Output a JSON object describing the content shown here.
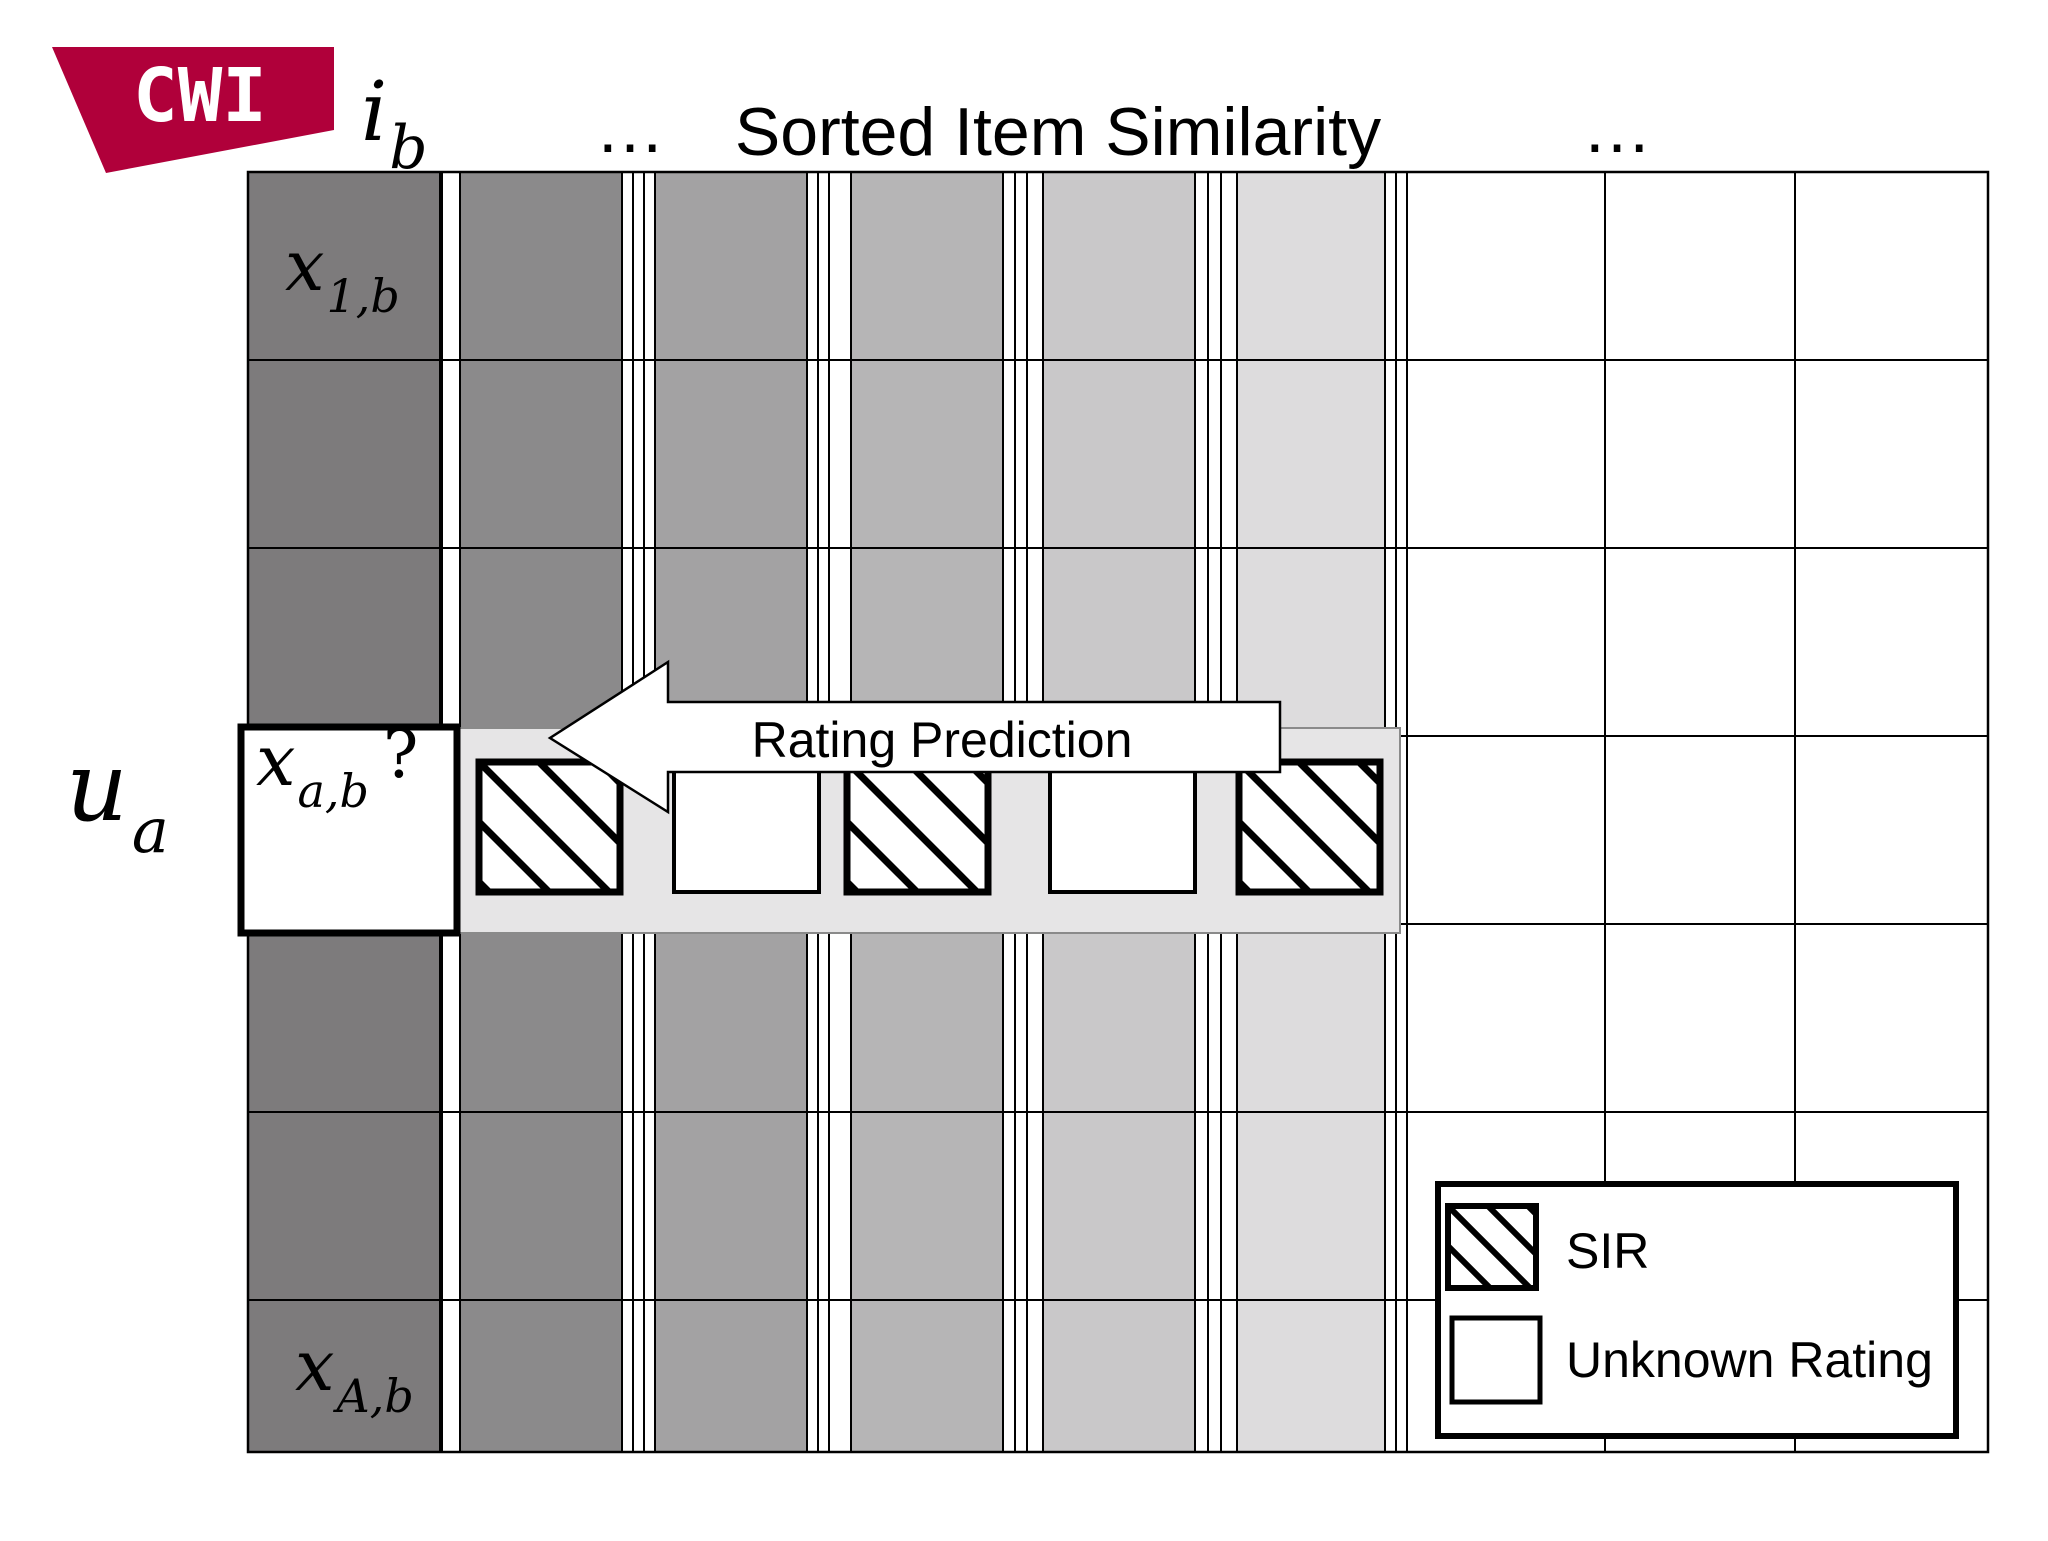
{
  "logo": {
    "text": "CWI",
    "color": "#b0003a"
  },
  "header": {
    "item_label": {
      "main": "i",
      "sub": "b"
    },
    "ellipsis_left": "…",
    "title": "Sorted Item Similarity",
    "ellipsis_right": "…"
  },
  "row_label": {
    "main": "u",
    "sub": "a"
  },
  "cells": {
    "first": {
      "main": "x",
      "sub": "1,b"
    },
    "target": {
      "main": "x",
      "sub": "a,b",
      "suffix": "?"
    },
    "last": {
      "main": "x",
      "sub": "A,b"
    }
  },
  "arrow": {
    "label": "Rating Prediction"
  },
  "legend": {
    "sir": "SIR",
    "unknown": "Unknown Rating"
  },
  "row_cells": [
    "SIR",
    "Unknown Rating",
    "SIR",
    "Unknown Rating",
    "SIR"
  ],
  "column_shades": [
    "#7d7b7c",
    "#8b8a8b",
    "#a3a2a3",
    "#b6b5b6",
    "#c9c8c9",
    "#dddcdd"
  ],
  "colors": {
    "grid_line": "#000000",
    "highlight_band": "#e6e5e6"
  }
}
